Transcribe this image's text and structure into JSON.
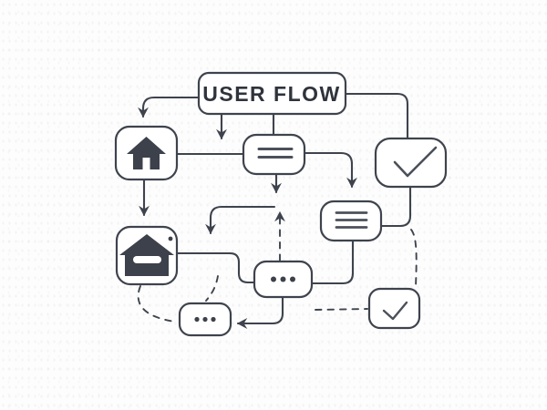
{
  "diagram": {
    "title": "USER FLOW",
    "colors": {
      "canvas_background": "#fdfdfd",
      "line_color": "#3e434d",
      "node_fill": "#ffffff",
      "node_border": "#3e434d",
      "icon_color": "#3c414b",
      "title_color": "#2f333c"
    },
    "nodes": [
      {
        "id": "user-flow",
        "label": "USER FLOW",
        "icon": null
      },
      {
        "id": "home",
        "label": "",
        "icon": "home-icon"
      },
      {
        "id": "menu-two-lines",
        "label": "",
        "icon": "menu-two-lines-icon"
      },
      {
        "id": "checkmark-large",
        "label": "",
        "icon": "checkmark-icon"
      },
      {
        "id": "home-garage",
        "label": "",
        "icon": "garage-home-icon"
      },
      {
        "id": "menu-three-lines",
        "label": "",
        "icon": "menu-three-lines-icon"
      },
      {
        "id": "ellipsis-primary",
        "label": "",
        "icon": "ellipsis-icon"
      },
      {
        "id": "ellipsis-secondary",
        "label": "",
        "icon": "ellipsis-icon"
      },
      {
        "id": "checkmark-small",
        "label": "",
        "icon": "checkmark-icon"
      }
    ],
    "connections": [
      {
        "from": "user-flow",
        "to": "home",
        "style": "solid",
        "arrow": true
      },
      {
        "from": "user-flow",
        "to": "below-gap",
        "style": "solid",
        "arrow": true
      },
      {
        "from": "user-flow",
        "to": "menu-two-lines",
        "style": "solid",
        "arrow": false
      },
      {
        "from": "user-flow",
        "to": "checkmark-large",
        "style": "solid",
        "arrow": false
      },
      {
        "from": "home",
        "to": "menu-two-lines",
        "style": "solid",
        "arrow": false
      },
      {
        "from": "home",
        "to": "home-garage",
        "style": "solid",
        "arrow": true
      },
      {
        "from": "menu-two-lines",
        "to": "junction-below",
        "style": "solid",
        "arrow": true
      },
      {
        "from": "ellipsis-primary",
        "to": "junction-below",
        "style": "dashed",
        "arrow": true
      },
      {
        "from": "junction-below",
        "to": "left-drop",
        "style": "solid",
        "arrow": true
      },
      {
        "from": "menu-two-lines",
        "to": "menu-three-lines",
        "style": "solid",
        "arrow": true
      },
      {
        "from": "checkmark-large",
        "to": "menu-three-lines",
        "style": "solid",
        "arrow": false
      },
      {
        "from": "menu-three-lines",
        "to": "ellipsis-primary",
        "style": "solid",
        "arrow": false
      },
      {
        "from": "home-garage",
        "to": "ellipsis-primary",
        "style": "solid",
        "arrow": false
      },
      {
        "from": "ellipsis-primary",
        "to": "ellipsis-secondary",
        "style": "solid",
        "arrow": true
      },
      {
        "from": "home-garage",
        "to": "ellipsis-secondary",
        "style": "dashed",
        "arrow": false
      },
      {
        "from": "left-drop",
        "to": "ellipsis-secondary",
        "style": "dashed",
        "arrow": false
      },
      {
        "from": "ellipsis-primary",
        "to": "checkmark-small",
        "style": "dashed",
        "arrow": false
      },
      {
        "from": "checkmark-large",
        "to": "checkmark-small",
        "style": "dashed",
        "arrow": false
      }
    ]
  }
}
